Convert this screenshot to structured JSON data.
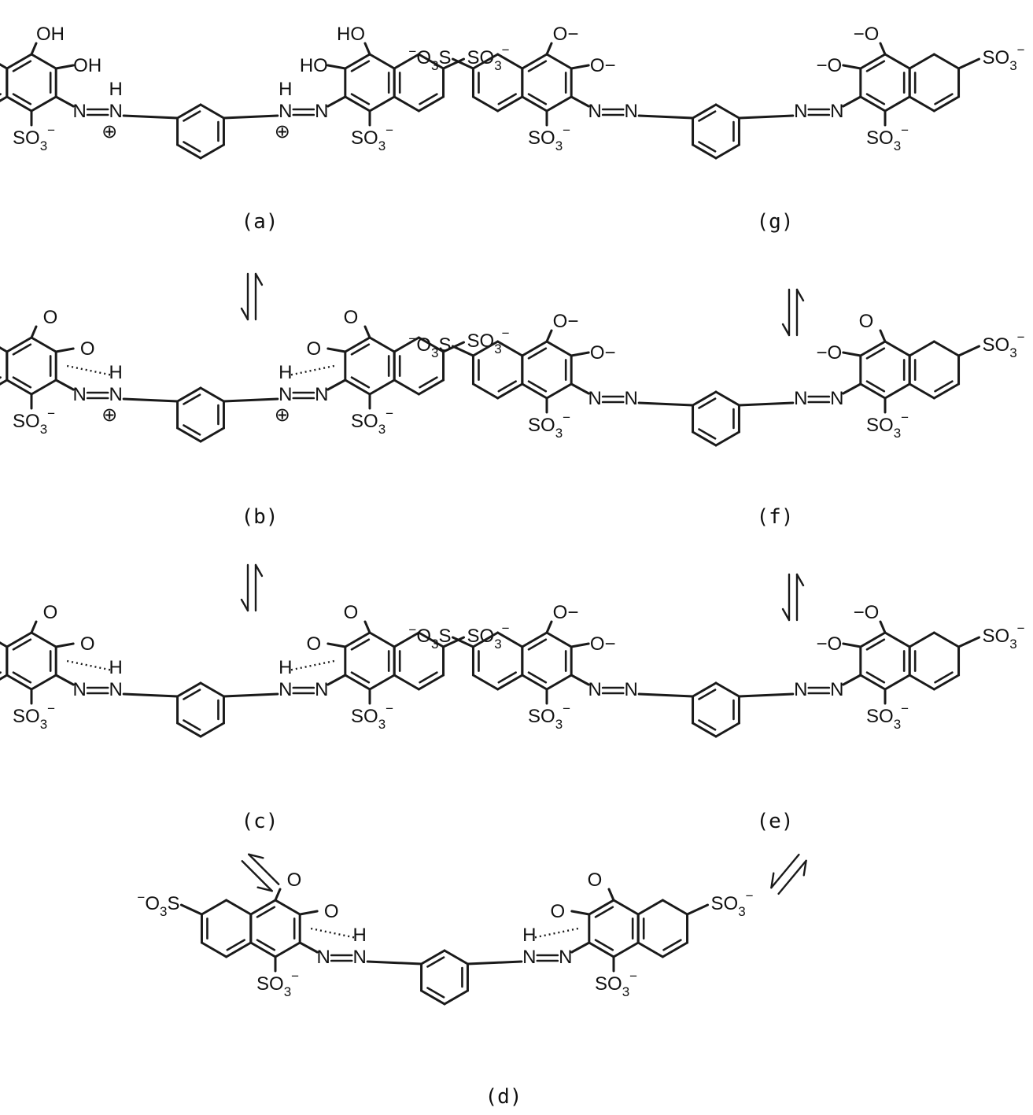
{
  "labels": {
    "so3_left": "−O₃S",
    "so3_right": "SO₃−",
    "so3": "SO",
    "sub3": "3",
    "minus": "−",
    "oh": "OH",
    "ho": "HO",
    "o": "O",
    "h": "H",
    "n": "N",
    "plus": "⊕"
  },
  "structures": [
    {
      "id": "a",
      "caption": "(a)"
    },
    {
      "id": "b",
      "caption": "(b)"
    },
    {
      "id": "c",
      "caption": "(c)"
    },
    {
      "id": "d",
      "caption": "(d)"
    },
    {
      "id": "e",
      "caption": "(e)"
    },
    {
      "id": "f",
      "caption": "(f)"
    },
    {
      "id": "g",
      "caption": "(g)"
    }
  ],
  "colors": {
    "ink": "#1a1a1a",
    "paper": "#ffffff"
  }
}
